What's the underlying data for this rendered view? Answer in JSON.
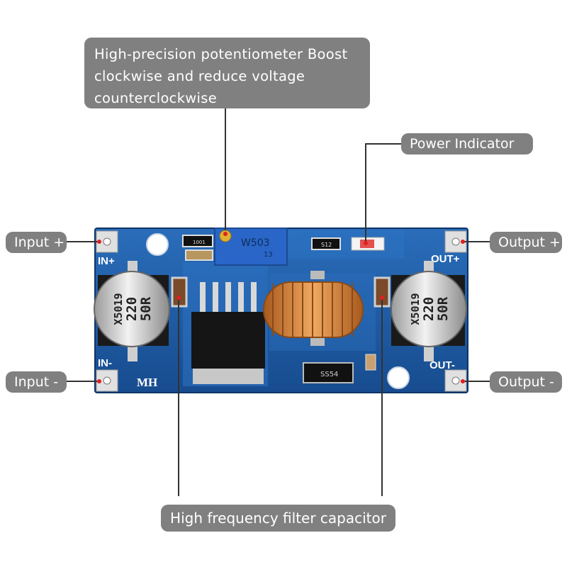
{
  "callouts": {
    "potentiometer": "High-precision potentiometer Boost clockwise and reduce voltage counterclockwise",
    "power_indicator": "Power Indicator",
    "input_plus": "Input +",
    "input_minus": "Input -",
    "output_plus": "Output +",
    "output_minus": "Output -",
    "filter_capacitor": "High frequency filter capacitor"
  },
  "silkscreen": {
    "in_plus": "IN+",
    "in_minus": "IN-",
    "out_plus": "OUT+",
    "out_minus": "OUT-",
    "maker": "MH",
    "pot_code": "W503",
    "pot_sub": "13",
    "resistor_1": "1001",
    "resistor_2": "S12",
    "diode_code": "SS54",
    "cap_line1": "X5019",
    "cap_line2": "220",
    "cap_line3": "50R"
  },
  "colors": {
    "pcb": "#1f5fa8",
    "callout_bg": "#808080",
    "copper": "#d98b3a",
    "leader_line": "#333333"
  }
}
